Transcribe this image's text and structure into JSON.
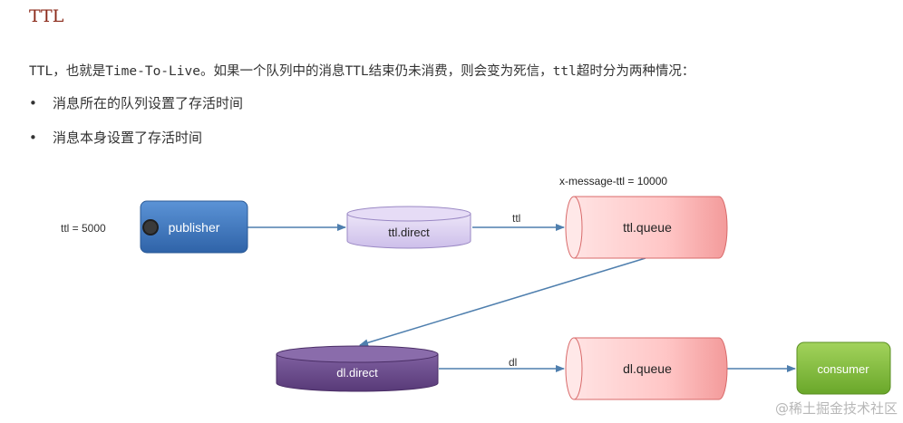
{
  "header": {
    "title": "TTL"
  },
  "intro": {
    "text": "TTL，也就是Time-To-Live。如果一个队列中的消息TTL结束仍未消费，则会变为死信，ttl超时分为两种情况："
  },
  "bullets": [
    {
      "marker": "•",
      "text": "消息所在的队列设置了存活时间"
    },
    {
      "marker": "•",
      "text": "消息本身设置了存活时间"
    }
  ],
  "diagram": {
    "ttl_note": "ttl = 5000",
    "publisher": "publisher",
    "ttl_exchange": "ttl.direct",
    "ttl_route": "ttl",
    "ttl_queue_note": "x-message-ttl = 10000",
    "ttl_queue": "ttl.queue",
    "dl_exchange": "dl.direct",
    "dl_route": "dl",
    "dl_queue": "dl.queue",
    "consumer": "consumer"
  },
  "colors": {
    "title": "#8b2a1a",
    "publisher": "#3e78c2",
    "ttl_exchange": "#d9cdf0",
    "ttl_queue": "#ffc7c7",
    "dl_exchange": "#6b4a8c",
    "dl_queue": "#ffd0d0",
    "consumer": "#82bd3a",
    "arrow": "#4f7fae"
  },
  "watermark": "@稀土掘金技术社区"
}
